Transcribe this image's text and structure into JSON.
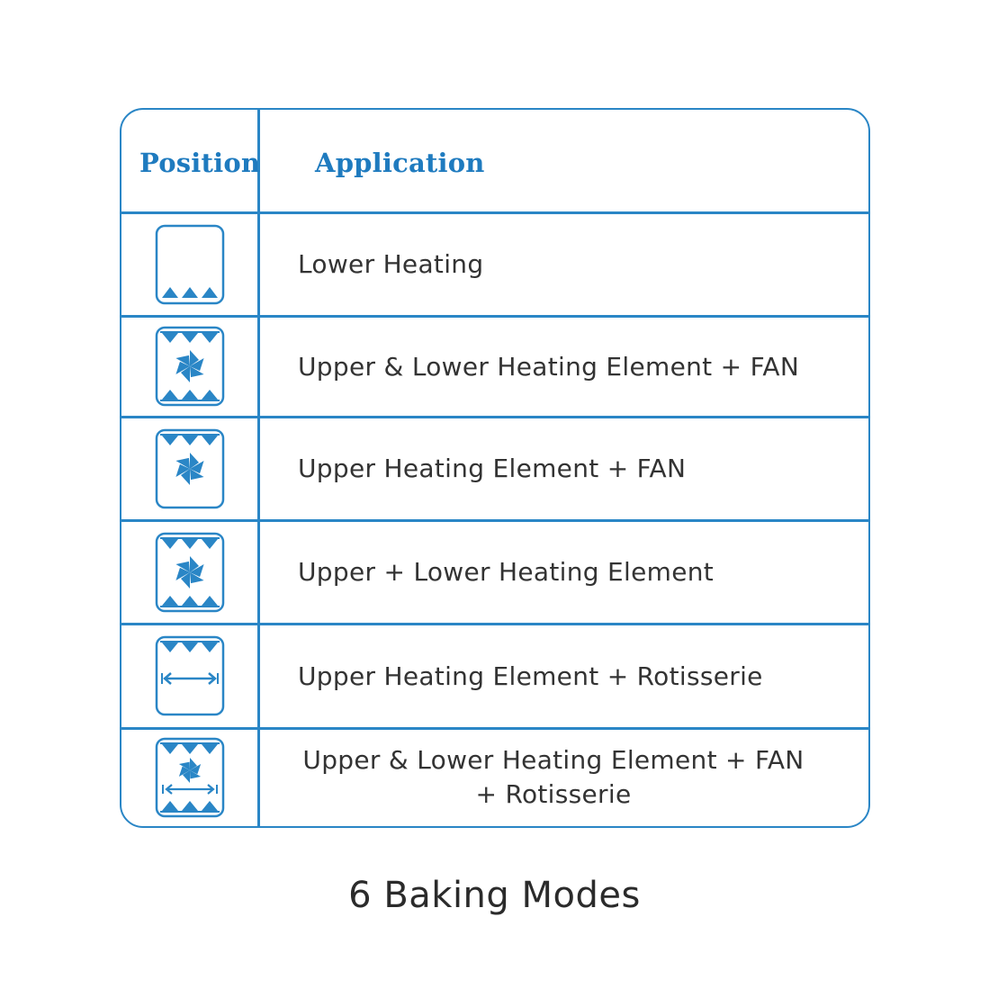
{
  "header": {
    "position": "Position",
    "application": "Application"
  },
  "modes": [
    {
      "icon": "lower-heating-icon",
      "label": "Lower Heating"
    },
    {
      "icon": "upper-lower-fan-icon",
      "label": "Upper & Lower Heating Element + FAN"
    },
    {
      "icon": "upper-fan-icon",
      "label": "Upper Heating Element + FAN"
    },
    {
      "icon": "upper-lower-fan-icon",
      "label": "Upper + Lower Heating Element"
    },
    {
      "icon": "upper-rotisserie-icon",
      "label": "Upper Heating Element + Rotisserie"
    },
    {
      "icon": "upper-lower-fan-rotisserie-icon",
      "label_line1": "Upper & Lower Heating Element + FAN",
      "label_line2": "+ Rotisserie"
    }
  ],
  "caption": "6 Baking Modes",
  "colors": {
    "accent": "#2a86c6",
    "text": "#333333"
  }
}
